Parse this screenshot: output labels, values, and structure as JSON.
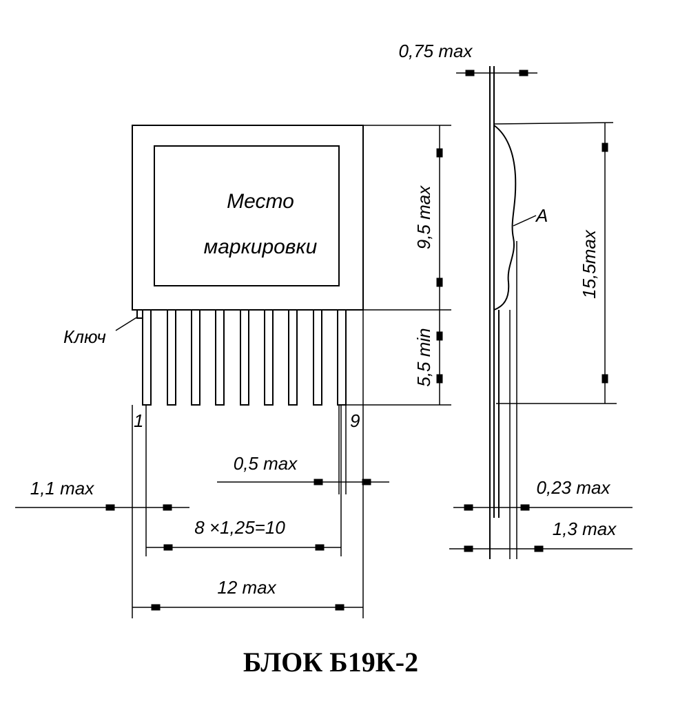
{
  "title": "БЛОК Б19К-2",
  "marking_area": {
    "line1": "Место",
    "line2": "маркировки"
  },
  "labels": {
    "key": "Ключ",
    "pin_first": "1",
    "pin_last": "9",
    "view_mark": "A"
  },
  "dimensions": {
    "body_height": "9,5 max",
    "lead_length": "5,5 min",
    "total_height": "15,5max",
    "body_thickness": "0,75 max",
    "lead_width": "0,5 max",
    "lead_edge": "1,1 max",
    "pitch": "8 ×1,25=10",
    "total_width": "12 max",
    "lead_thickness": "0,23 max",
    "side_width": "1,3 max"
  }
}
